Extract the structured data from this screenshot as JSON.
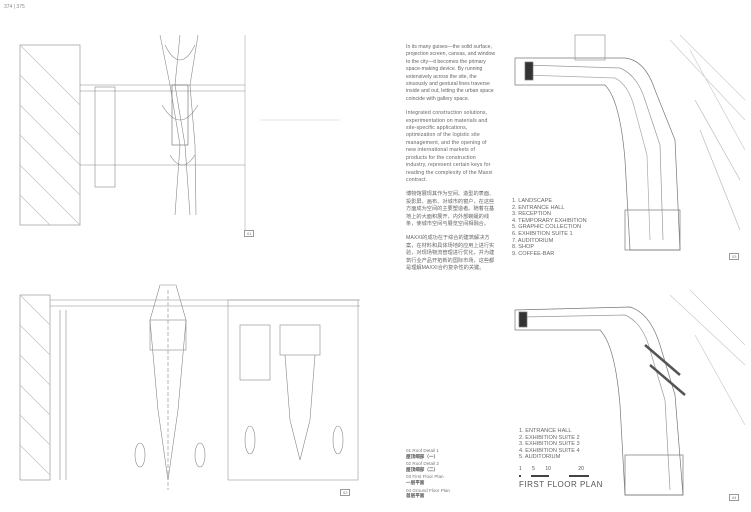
{
  "page_number": "374 | 375",
  "text": {
    "para1": "In its many guises—the solid surface, projection screen, canvas, and window to the city—it becomes the primary space-making device. By running extensively across the site, the sinuously and gestural lines traverse inside and out, letting the urban space coincide with gallery space.",
    "para2": "Integrated construction solutions, experimentation on materials and site-specific applications, optimization of the logistic site management, and the opening of new international markets of products for the construction industry, represent certain keys for reading the complexity of the Maxxi contract.",
    "para3": "博物馆展现其作为空间、造型的表面、投影屏、画布、对城市的窗户，在这些方面成为空间的主要塑造者。随着在基地上的大面积展开，内外部蜿蜒的线条，使城市空间与展览空间相融合。",
    "para4": "MAXXI的成功在于综合的建筑解决方案，在材料和具体场地的应用上进行实验，对现场物流管理进行优化，并为建筑行业产品开拓新的国际市场，这些都是理解MAXXI合约复杂性的关键。"
  },
  "captions": [
    {
      "num": "01",
      "en": "Roof Detail 1",
      "zh": "屋顶细部（一）"
    },
    {
      "num": "02",
      "en": "Roof Detail 2",
      "zh": "屋顶细部（二）"
    },
    {
      "num": "03",
      "en": "First Floor Plan",
      "zh": "一层平面"
    },
    {
      "num": "04",
      "en": "Ground Floor Plan",
      "zh": "首层平面"
    }
  ],
  "ground_legend": [
    "1. LANDSCAPE",
    "2. ENTRANCE HALL",
    "3. RECEPTION",
    "4. TEMPORARY EXHIBITION",
    "5. GRAPHIC COLLECTION",
    "6. EXHIBITION SUITE 1",
    "7. AUDITORIUM",
    "8. SHOP",
    "9. COFFEE-BAR"
  ],
  "first_legend": [
    "1. ENTRANCE HALL",
    "2. EXHIBITION SUITE 2",
    "3. EXHIBITION SUITE 3",
    "4. EXHIBITION SUITE 4",
    "5. AUDITORIUM"
  ],
  "scale_ticks": [
    "1",
    "5",
    "10",
    "20"
  ],
  "first_plan_title": "FIRST FLOOR PLAN",
  "tags": [
    "01",
    "02",
    "03",
    "04"
  ]
}
